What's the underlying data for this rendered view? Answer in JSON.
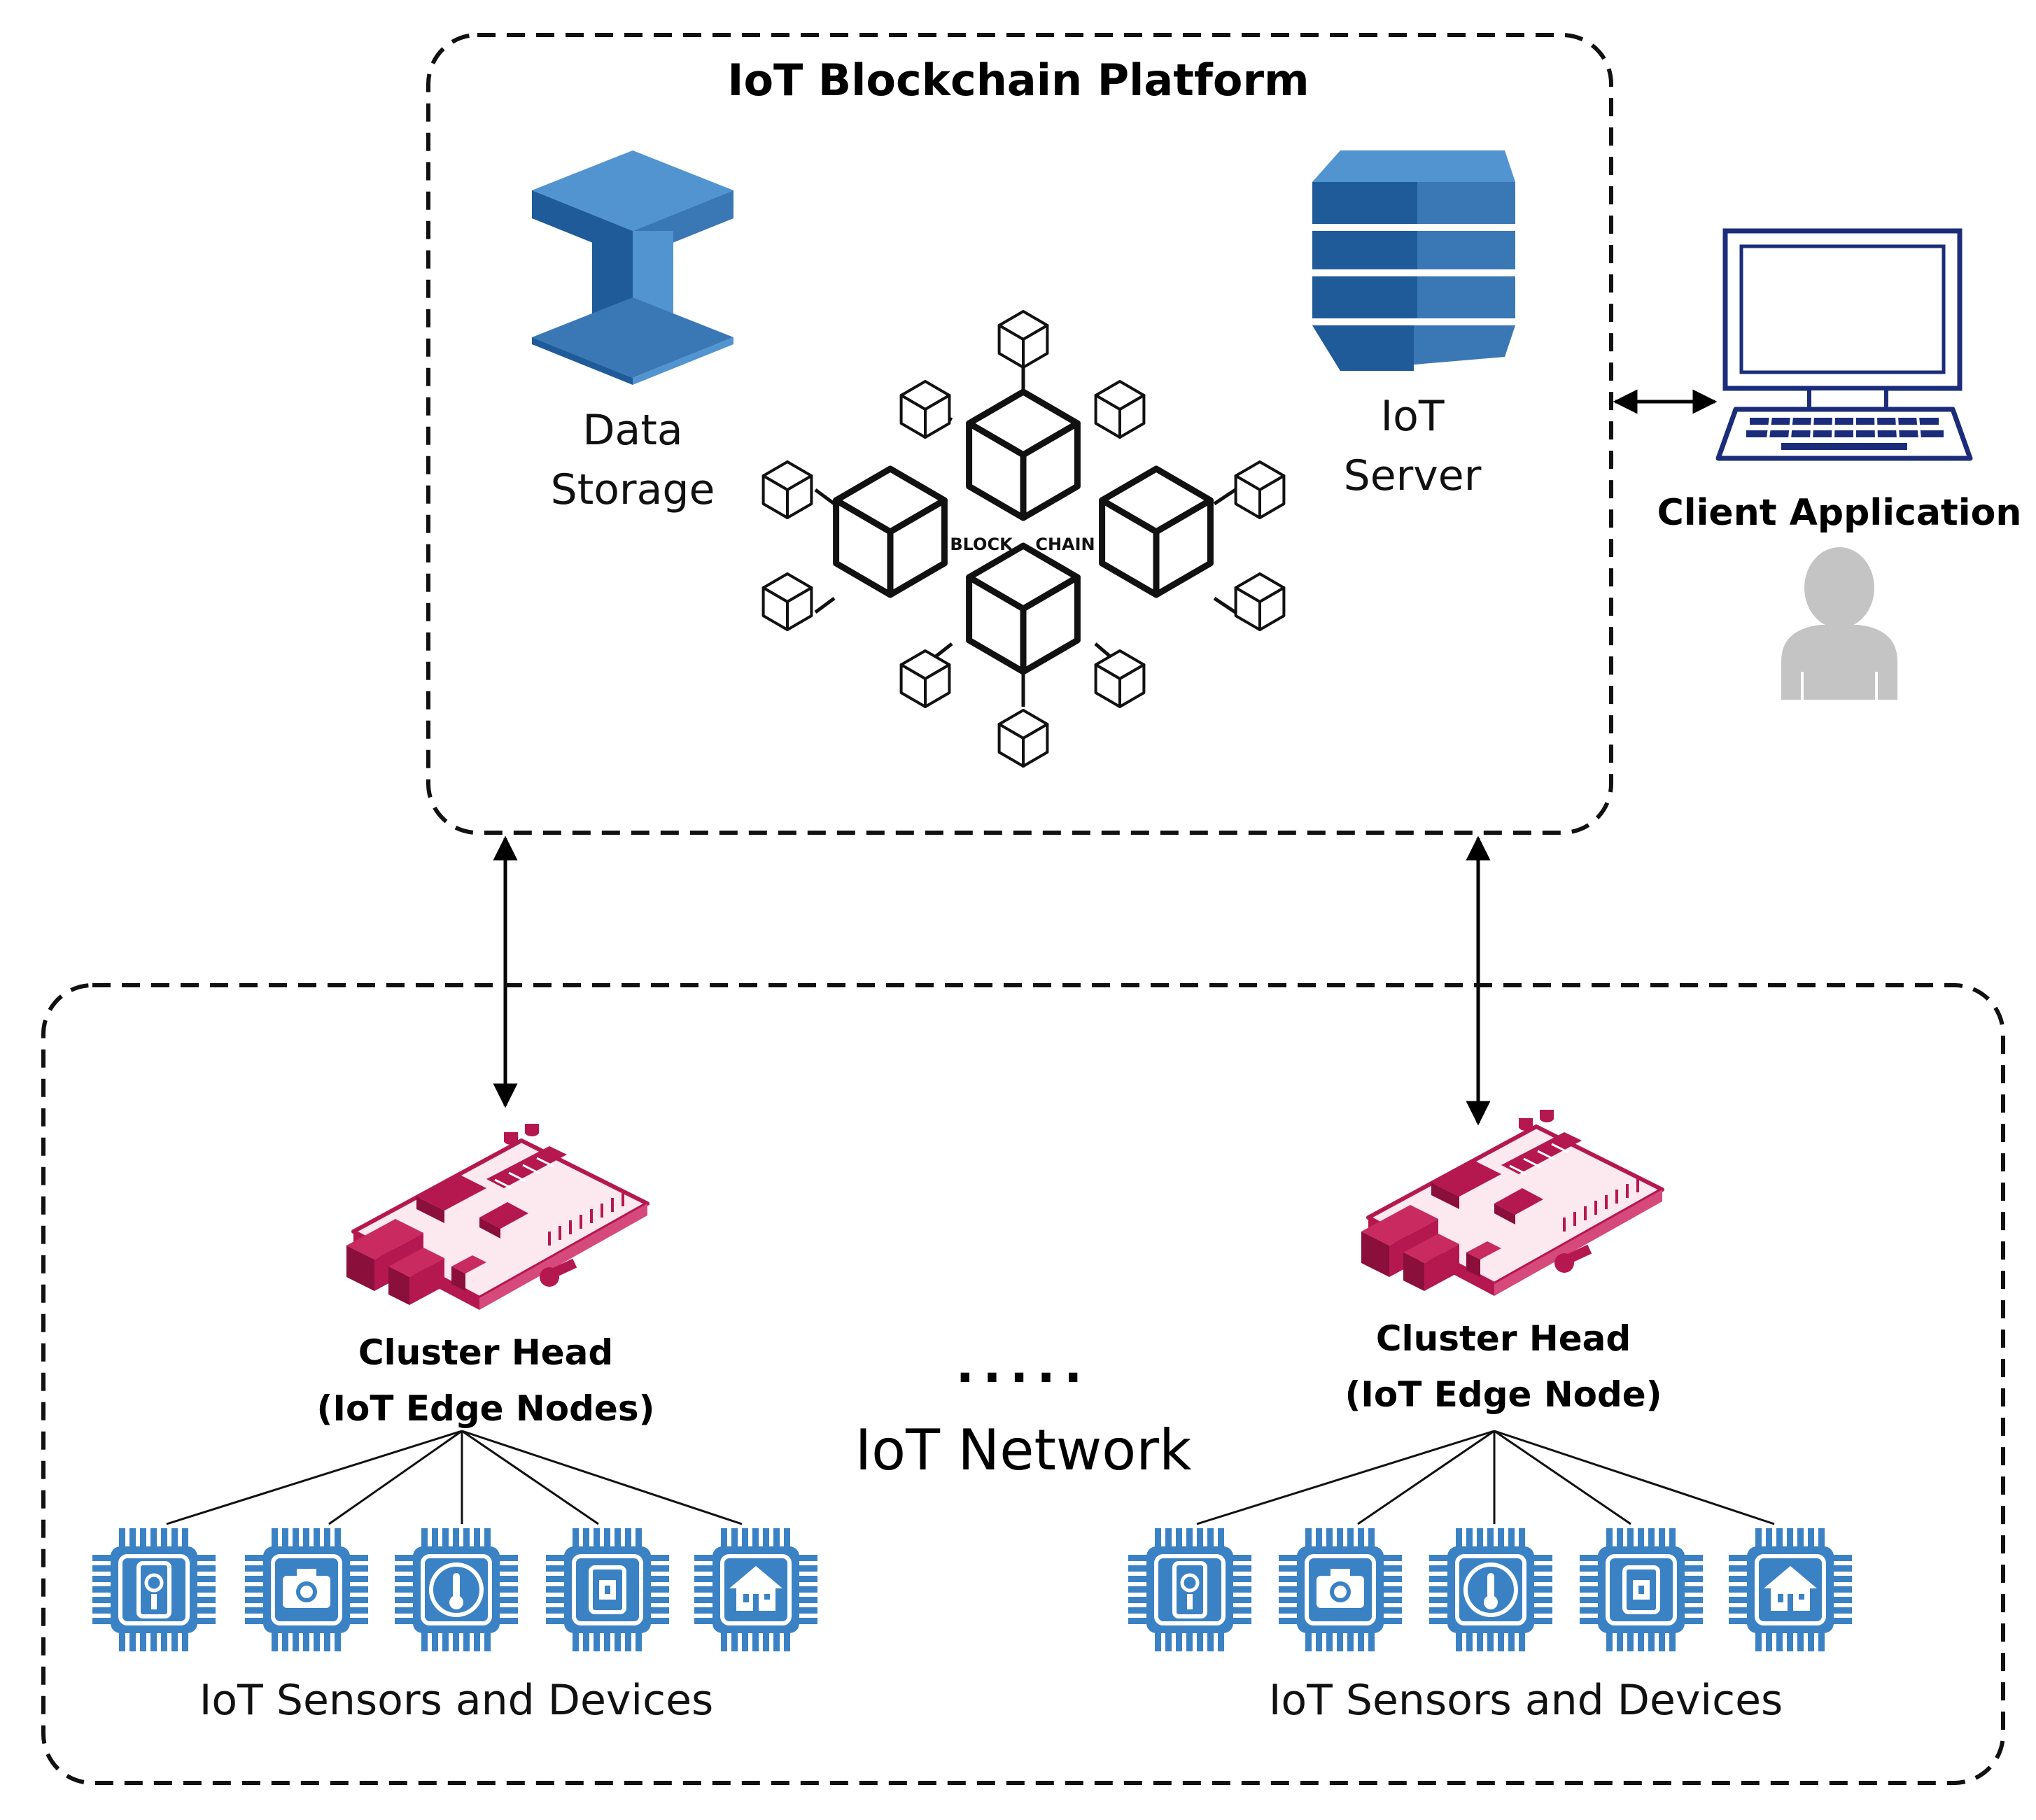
{
  "platform": {
    "title": "IoT Blockchain Platform",
    "data_storage": {
      "line1": "Data",
      "line2": "Storage"
    },
    "iot_server": {
      "line1": "IoT",
      "line2": "Server"
    },
    "blockchain": {
      "left": "BLOCK",
      "right": "CHAIN"
    }
  },
  "client": {
    "label": "Client Application"
  },
  "network": {
    "label": "IoT Network",
    "ellipsis": ".....",
    "left_cluster": {
      "line1": "Cluster Head",
      "line2": "(IoT Edge Nodes)",
      "devices_label": "IoT Sensors and Devices"
    },
    "right_cluster": {
      "line1": "Cluster Head",
      "line2": "(IoT Edge Node)",
      "devices_label": "IoT Sensors and Devices"
    },
    "device_icons": [
      "key-card-sensor-icon",
      "camera-sensor-icon",
      "thermometer-sensor-icon",
      "switch-sensor-icon",
      "smart-home-sensor-icon"
    ]
  },
  "colors": {
    "aws_blue_light": "#5294cf",
    "aws_blue_dark": "#205b99",
    "chip_blue": "#3b82c4",
    "board_magenta": "#b5174f",
    "monitor_navy": "#1b2d7a",
    "user_grey": "#c4c4c4"
  }
}
